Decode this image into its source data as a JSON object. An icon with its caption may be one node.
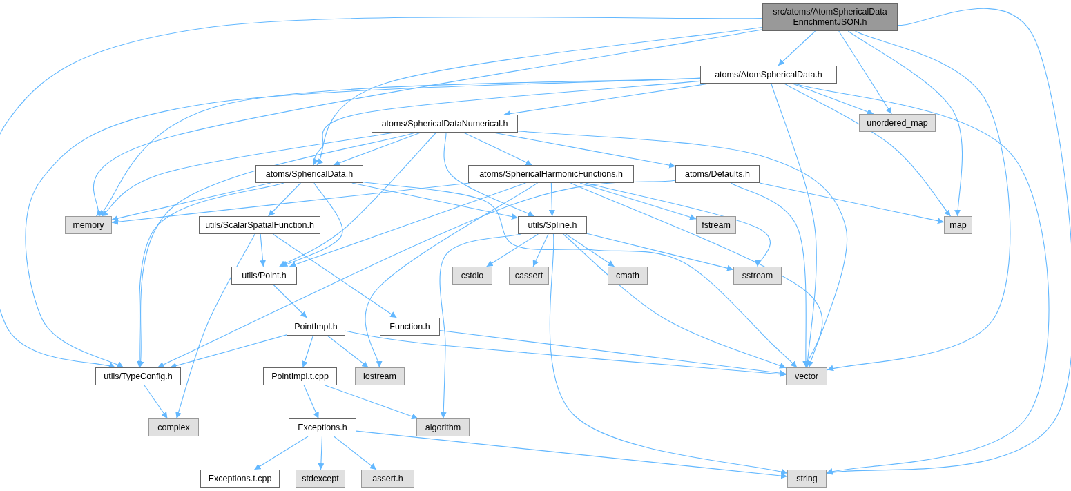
{
  "diagram": {
    "nodes": [
      {
        "text": [
          "src/atoms/AtomSphericalData EnrichmentJSON.h"
        ]
      },
      {
        "text": [
          "atoms/AtomSphericalData.h"
        ]
      },
      {
        "text": [
          "unordered_map"
        ]
      },
      {
        "text": [
          "atoms/SphericalDataNumerical.h"
        ]
      },
      {
        "text": [
          "atoms/SphericalData.h"
        ]
      },
      {
        "text": [
          "atoms/SphericalHarmonicFunctions.h"
        ]
      },
      {
        "text": [
          "atoms/Defaults.h"
        ]
      },
      {
        "text": [
          "memory"
        ]
      },
      {
        "text": [
          "utils/ScalarSpatialFunction.h"
        ]
      },
      {
        "text": [
          "utils/Spline.h"
        ]
      },
      {
        "text": [
          "fstream"
        ]
      },
      {
        "text": [
          "map"
        ]
      },
      {
        "text": [
          "utils/Point.h"
        ]
      },
      {
        "text": [
          "cstdio"
        ]
      },
      {
        "text": [
          "cassert"
        ]
      },
      {
        "text": [
          "cmath"
        ]
      },
      {
        "text": [
          "sstream"
        ]
      },
      {
        "text": [
          "PointImpl.h"
        ]
      },
      {
        "text": [
          "Function.h"
        ]
      },
      {
        "text": [
          "utils/TypeConfig.h"
        ]
      },
      {
        "text": [
          "PointImpl.t.cpp"
        ]
      },
      {
        "text": [
          "iostream"
        ]
      },
      {
        "text": [
          "vector"
        ]
      },
      {
        "text": [
          "complex"
        ]
      },
      {
        "text": [
          "Exceptions.h"
        ]
      },
      {
        "text": [
          "algorithm"
        ]
      },
      {
        "text": [
          "Exceptions.t.cpp"
        ]
      },
      {
        "text": [
          "stdexcept"
        ]
      },
      {
        "text": [
          "assert.h"
        ]
      },
      {
        "text": [
          "string"
        ]
      }
    ],
    "edges": [
      {
        "from": 0,
        "to": 1,
        "arrow": "to"
      },
      {
        "from": 0,
        "to": 2,
        "arrow": "to"
      },
      {
        "from": 0,
        "to": 11,
        "arrow": "to"
      },
      {
        "from": 0,
        "to": 22,
        "arrow": "to"
      },
      {
        "from": 0,
        "to": 29,
        "arrow": "to"
      },
      {
        "from": 0,
        "to": 7,
        "arrow": "to"
      },
      {
        "from": 0,
        "to": 4,
        "arrow": "to"
      },
      {
        "from": 0,
        "to": 19,
        "arrow": "to"
      },
      {
        "from": 1,
        "to": 7,
        "arrow": "to"
      },
      {
        "from": 1,
        "to": 19,
        "arrow": "to"
      },
      {
        "from": 1,
        "to": 4,
        "arrow": "to"
      },
      {
        "from": 1,
        "to": 3,
        "arrow": "to"
      },
      {
        "from": 1,
        "to": 2,
        "arrow": "to"
      },
      {
        "from": 1,
        "to": 11,
        "arrow": "to"
      },
      {
        "from": 1,
        "to": 22,
        "arrow": "to"
      },
      {
        "from": 1,
        "to": 29,
        "arrow": "to"
      },
      {
        "from": 3,
        "to": 7,
        "arrow": "to"
      },
      {
        "from": 3,
        "to": 19,
        "arrow": "to"
      },
      {
        "from": 3,
        "to": 4,
        "arrow": "to"
      },
      {
        "from": 3,
        "to": 12,
        "arrow": "to"
      },
      {
        "from": 3,
        "to": 9,
        "arrow": "to"
      },
      {
        "from": 3,
        "to": 5,
        "arrow": "to"
      },
      {
        "from": 3,
        "to": 6,
        "arrow": "to"
      },
      {
        "from": 3,
        "to": 22,
        "arrow": "to"
      },
      {
        "from": 4,
        "to": 7,
        "arrow": "to"
      },
      {
        "from": 4,
        "to": 19,
        "arrow": "to"
      },
      {
        "from": 4,
        "to": 8,
        "arrow": "to"
      },
      {
        "from": 4,
        "to": 12,
        "arrow": "to"
      },
      {
        "from": 4,
        "to": 9,
        "arrow": "to"
      },
      {
        "from": 4,
        "to": 22,
        "arrow": "to"
      },
      {
        "from": 5,
        "to": 7,
        "arrow": "to"
      },
      {
        "from": 5,
        "to": 12,
        "arrow": "to"
      },
      {
        "from": 5,
        "to": 21,
        "arrow": "to"
      },
      {
        "from": 5,
        "to": 9,
        "arrow": "to"
      },
      {
        "from": 5,
        "to": 10,
        "arrow": "to"
      },
      {
        "from": 5,
        "to": 16,
        "arrow": "to"
      },
      {
        "from": 5,
        "to": 22,
        "arrow": "to"
      },
      {
        "from": 6,
        "to": 19,
        "arrow": "to"
      },
      {
        "from": 6,
        "to": 11,
        "arrow": "to"
      },
      {
        "from": 6,
        "to": 22,
        "arrow": "to"
      },
      {
        "from": 8,
        "to": 12,
        "arrow": "to"
      },
      {
        "from": 8,
        "to": 23,
        "arrow": "to"
      },
      {
        "from": 8,
        "to": 18,
        "arrow": "to"
      },
      {
        "from": 9,
        "to": 25,
        "arrow": "to"
      },
      {
        "from": 9,
        "to": 13,
        "arrow": "to"
      },
      {
        "from": 9,
        "to": 14,
        "arrow": "to"
      },
      {
        "from": 9,
        "to": 15,
        "arrow": "to"
      },
      {
        "from": 9,
        "to": 16,
        "arrow": "to"
      },
      {
        "from": 9,
        "to": 22,
        "arrow": "to"
      },
      {
        "from": 9,
        "to": 29,
        "arrow": "to"
      },
      {
        "from": 12,
        "to": 17,
        "arrow": "to"
      },
      {
        "from": 17,
        "to": 19,
        "arrow": "to"
      },
      {
        "from": 17,
        "to": 20,
        "arrow": "to"
      },
      {
        "from": 17,
        "to": 21,
        "arrow": "to"
      },
      {
        "from": 17,
        "to": 22,
        "arrow": "to"
      },
      {
        "from": 18,
        "to": 22,
        "arrow": "to"
      },
      {
        "from": 19,
        "to": 23,
        "arrow": "to"
      },
      {
        "from": 20,
        "to": 24,
        "arrow": "to"
      },
      {
        "from": 20,
        "to": 25,
        "arrow": "to"
      },
      {
        "from": 24,
        "to": 26,
        "arrow": "to"
      },
      {
        "from": 24,
        "to": 27,
        "arrow": "to"
      },
      {
        "from": 24,
        "to": 28,
        "arrow": "to"
      },
      {
        "from": 24,
        "to": 29,
        "arrow": "to"
      }
    ]
  }
}
